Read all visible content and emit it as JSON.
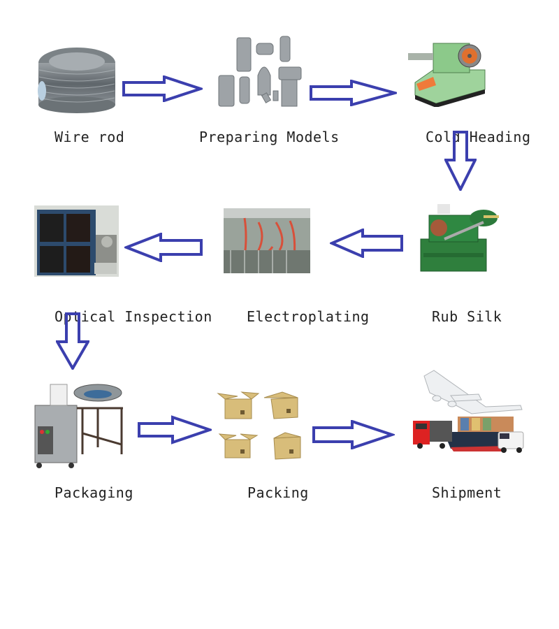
{
  "diagram": {
    "type": "process-flow",
    "arrow_color": "#3b3fae",
    "steps": [
      {
        "id": "wire-rod",
        "label": "Wire rod",
        "image": "wire-coil"
      },
      {
        "id": "preparing-models",
        "label": "Preparing Models",
        "image": "steel-die-parts"
      },
      {
        "id": "cold-heading",
        "label": "Cold Heading",
        "image": "green-cold-heading-machine"
      },
      {
        "id": "rub-silk",
        "label": "Rub Silk",
        "image": "green-thread-rolling-machine"
      },
      {
        "id": "electroplating",
        "label": "Electroplating",
        "image": "electroplating-line"
      },
      {
        "id": "optical-inspection",
        "label": "Optical Inspection",
        "image": "optical-sorting-machine"
      },
      {
        "id": "packaging",
        "label": "Packaging",
        "image": "packaging-machine"
      },
      {
        "id": "packing",
        "label": "Packing",
        "image": "cardboard-boxes"
      },
      {
        "id": "shipment",
        "label": "Shipment",
        "image": "plane-truck-ship-van"
      }
    ],
    "flow": [
      {
        "from": "wire-rod",
        "to": "preparing-models",
        "direction": "right"
      },
      {
        "from": "preparing-models",
        "to": "cold-heading",
        "direction": "right"
      },
      {
        "from": "cold-heading",
        "to": "rub-silk",
        "direction": "down"
      },
      {
        "from": "rub-silk",
        "to": "electroplating",
        "direction": "left"
      },
      {
        "from": "electroplating",
        "to": "optical-inspection",
        "direction": "left"
      },
      {
        "from": "optical-inspection",
        "to": "packaging",
        "direction": "down"
      },
      {
        "from": "packaging",
        "to": "packing",
        "direction": "right"
      },
      {
        "from": "packing",
        "to": "shipment",
        "direction": "right"
      }
    ]
  }
}
